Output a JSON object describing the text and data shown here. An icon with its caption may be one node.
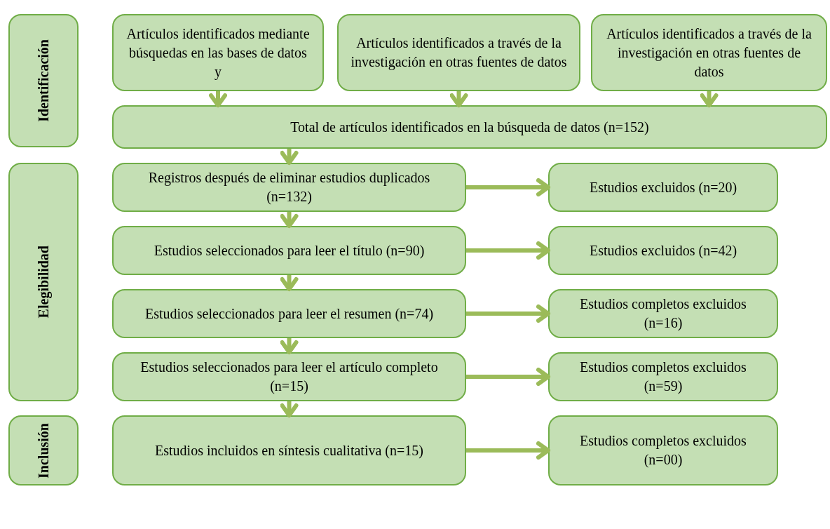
{
  "diagram": {
    "nodes": [
      {
        "text": [
          "Identificación"
        ]
      },
      {
        "text": [
          "Elegibilidad"
        ]
      },
      {
        "text": [
          "Inclusión"
        ]
      },
      {
        "text": [
          "Artículos identificados mediante búsquedas en las bases de datos y"
        ]
      },
      {
        "text": [
          "Artículos identificados a través de la investigación en otras fuentes de datos"
        ]
      },
      {
        "text": [
          "Artículos identificados a través de la investigación en otras fuentes de datos"
        ]
      },
      {
        "text": [
          "Total de artículos identificados en la búsqueda de datos (n=152)"
        ]
      },
      {
        "text": [
          "Registros después de eliminar estudios duplicados (n=132)"
        ]
      },
      {
        "text": [
          "Estudios seleccionados para leer el título (n=90)"
        ]
      },
      {
        "text": [
          "Estudios seleccionados para leer el resumen (n=74)"
        ]
      },
      {
        "text": [
          "Estudios seleccionados para leer el artículo completo (n=15)"
        ]
      },
      {
        "text": [
          "Estudios incluidos en síntesis cualitativa (n=15)"
        ]
      },
      {
        "text": [
          "Estudios excluidos (n=20)"
        ]
      },
      {
        "text": [
          "Estudios excluidos (n=42)"
        ]
      },
      {
        "text": [
          "Estudios completos excluidos (n=16)"
        ]
      },
      {
        "text": [
          "Estudios completos excluidos (n=59)"
        ]
      },
      {
        "text": [
          "Estudios completos excluidos (n=00)"
        ]
      }
    ],
    "edges": [
      {
        "from": 3,
        "to": 6,
        "arrow": "to"
      },
      {
        "from": 4,
        "to": 6,
        "arrow": "to"
      },
      {
        "from": 5,
        "to": 6,
        "arrow": "to"
      },
      {
        "from": 6,
        "to": 7,
        "arrow": "to"
      },
      {
        "from": 7,
        "to": 8,
        "arrow": "to"
      },
      {
        "from": 8,
        "to": 9,
        "arrow": "to"
      },
      {
        "from": 9,
        "to": 10,
        "arrow": "to"
      },
      {
        "from": 10,
        "to": 11,
        "arrow": "to"
      },
      {
        "from": 7,
        "to": 12,
        "arrow": "to"
      },
      {
        "from": 8,
        "to": 13,
        "arrow": "to"
      },
      {
        "from": 9,
        "to": 14,
        "arrow": "to"
      },
      {
        "from": 10,
        "to": 15,
        "arrow": "to"
      },
      {
        "from": 11,
        "to": 16,
        "arrow": "to"
      }
    ]
  }
}
